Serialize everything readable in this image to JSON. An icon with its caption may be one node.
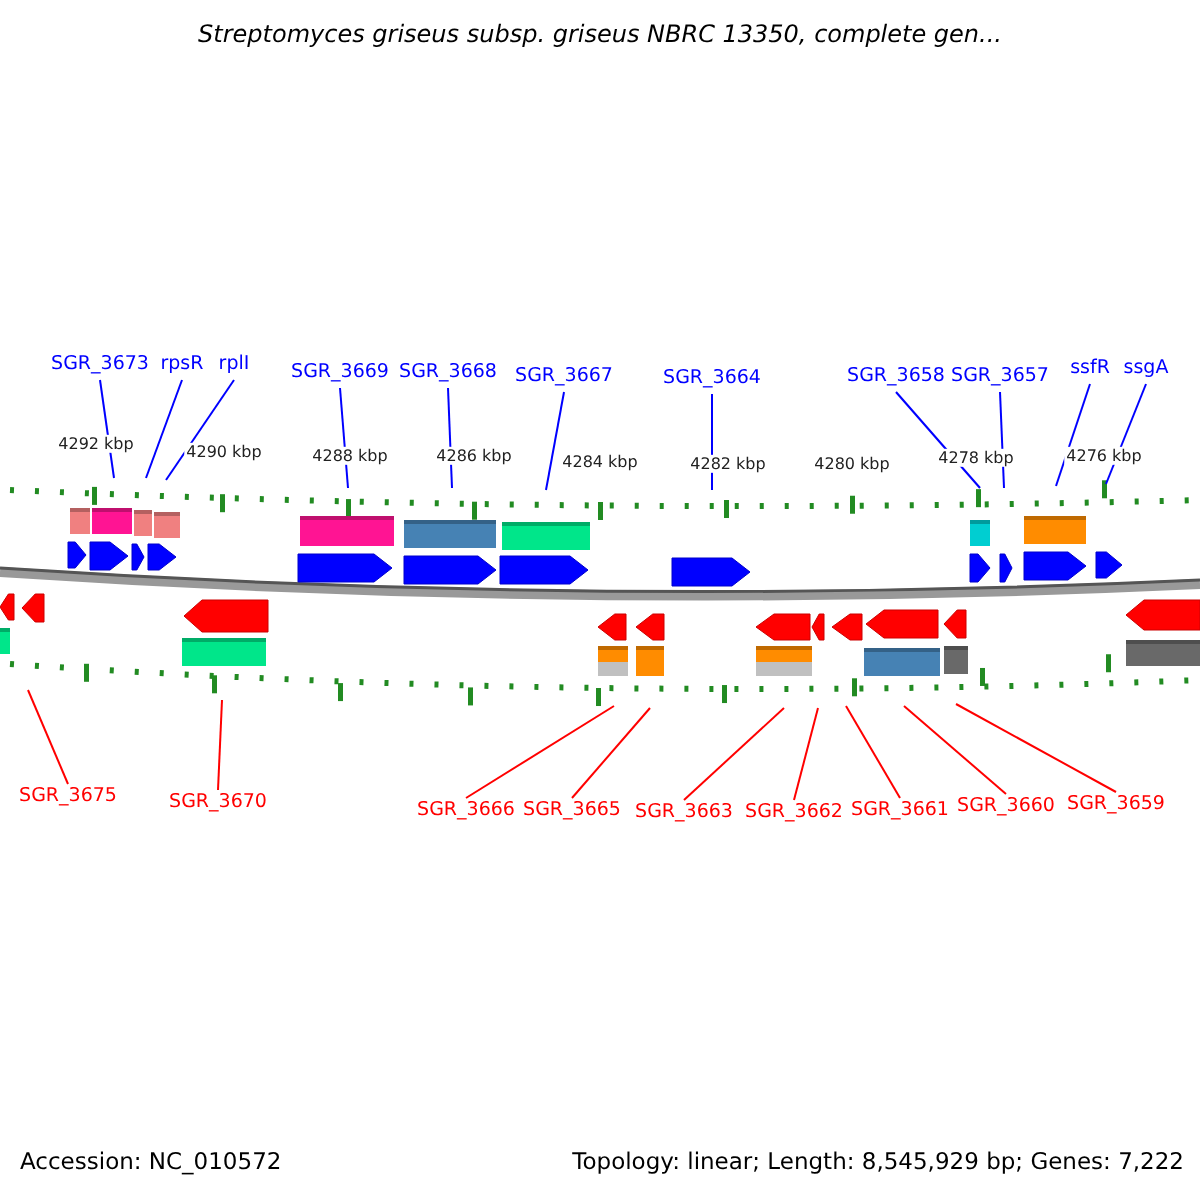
{
  "diagram": {
    "title": "Streptomyces griseus subsp. griseus NBRC 13350, complete gen...",
    "nodes": [
      {
        "text": [
          "SGR_3673"
        ]
      },
      {
        "text": [
          "rpsR"
        ]
      },
      {
        "text": [
          "rplI"
        ]
      },
      {
        "text": [
          "SGR_3669"
        ]
      },
      {
        "text": [
          "SGR_3668"
        ]
      },
      {
        "text": [
          "SGR_3667"
        ]
      },
      {
        "text": [
          "SGR_3664"
        ]
      },
      {
        "text": [
          "SGR_3658"
        ]
      },
      {
        "text": [
          "SGR_3657"
        ]
      },
      {
        "text": [
          "ssfR"
        ]
      },
      {
        "text": [
          "ssgA"
        ]
      },
      {
        "text": [
          "SGR_3675"
        ]
      },
      {
        "text": [
          "SGR_3670"
        ]
      },
      {
        "text": [
          "SGR_3666"
        ]
      },
      {
        "text": [
          "SGR_3665"
        ]
      },
      {
        "text": [
          "SGR_3663"
        ]
      },
      {
        "text": [
          "SGR_3662"
        ]
      },
      {
        "text": [
          "SGR_3661"
        ]
      },
      {
        "text": [
          "SGR_3660"
        ]
      },
      {
        "text": [
          "SGR_3659"
        ]
      }
    ],
    "edges": [
      {
        "from": 0,
        "to": null,
        "arrow": "none"
      },
      {
        "from": 1,
        "to": null,
        "arrow": "none"
      },
      {
        "from": 2,
        "to": null,
        "arrow": "none"
      },
      {
        "from": 3,
        "to": null,
        "arrow": "none"
      },
      {
        "from": 4,
        "to": null,
        "arrow": "none"
      },
      {
        "from": 5,
        "to": null,
        "arrow": "none"
      },
      {
        "from": 6,
        "to": null,
        "arrow": "none"
      },
      {
        "from": 7,
        "to": null,
        "arrow": "none"
      },
      {
        "from": 8,
        "to": null,
        "arrow": "none"
      },
      {
        "from": 9,
        "to": null,
        "arrow": "none"
      },
      {
        "from": 10,
        "to": null,
        "arrow": "none"
      },
      {
        "from": 11,
        "to": null,
        "arrow": "none",
        "color": "#ff0000"
      },
      {
        "from": 12,
        "to": null,
        "arrow": "none",
        "color": "#ff0000"
      },
      {
        "from": 13,
        "to": null,
        "arrow": "none",
        "color": "#ff0000"
      },
      {
        "from": 14,
        "to": null,
        "arrow": "none",
        "color": "#ff0000"
      },
      {
        "from": 15,
        "to": null,
        "arrow": "none",
        "color": "#ff0000"
      },
      {
        "from": 16,
        "to": null,
        "arrow": "none",
        "color": "#ff0000"
      },
      {
        "from": 17,
        "to": null,
        "arrow": "none",
        "color": "#ff0000"
      },
      {
        "from": 18,
        "to": null,
        "arrow": "none",
        "color": "#ff0000"
      },
      {
        "from": 19,
        "to": null,
        "arrow": "none",
        "color": "#ff0000"
      }
    ],
    "labels": [
      "4292 kbp",
      "4290 kbp",
      "4288 kbp",
      "4286 kbp",
      "4284 kbp",
      "4282 kbp",
      "4280 kbp",
      "4278 kbp",
      "4276 kbp",
      "Accession: NC_010572",
      "Topology: linear; Length: 8,545,929 bp; Genes: 7,222"
    ]
  }
}
